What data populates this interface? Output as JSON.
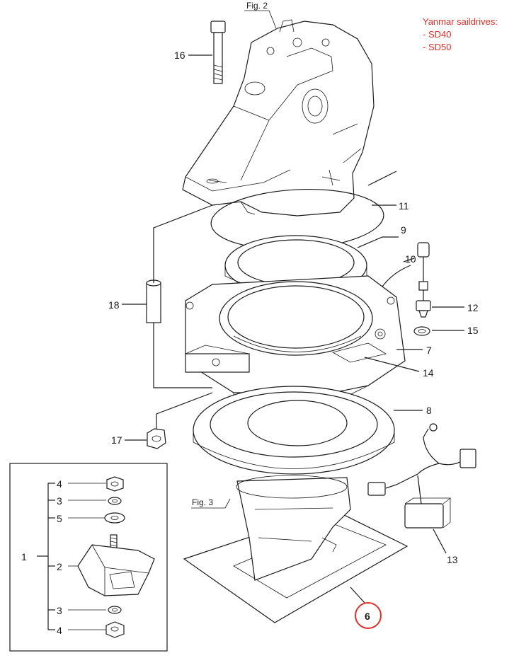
{
  "note": {
    "title": "Yanmar saildrives:",
    "items": [
      "- SD40",
      "- SD50"
    ],
    "color": "#e0302a"
  },
  "figure_refs": {
    "top": "Fig. 2",
    "bottom": "Fig. 3"
  },
  "part_labels": {
    "p1": "1",
    "p2": "2",
    "p3a": "3",
    "p3b": "3",
    "p4a": "4",
    "p4b": "4",
    "p5": "5",
    "p6": "6",
    "p7": "7",
    "p8": "8",
    "p9": "9",
    "p10": "10",
    "p11": "11",
    "p12": "12",
    "p13": "13",
    "p14": "14",
    "p15": "15",
    "p16": "16",
    "p17": "17",
    "p18": "18"
  },
  "highlight_color": "#e0302a"
}
